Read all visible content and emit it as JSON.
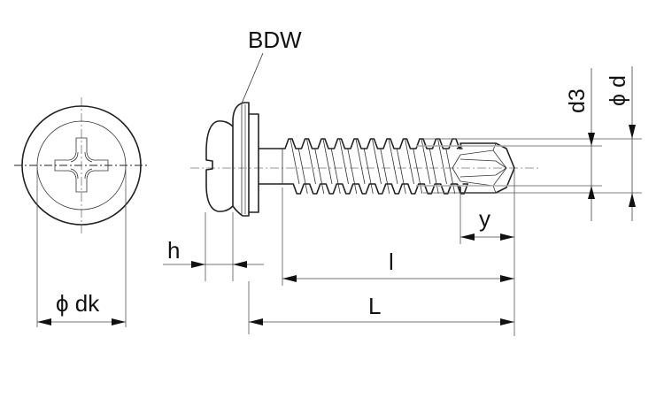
{
  "title": "Self-drilling screw with bonded washer (BDW) - dimension drawing",
  "labels": {
    "washer": "BDW",
    "head_diameter": "ϕ dk",
    "head_height": "h",
    "thread_length": "l",
    "total_length": "L",
    "drill_point_length": "y",
    "minor_diameter": "d3",
    "nominal_diameter": "ϕ d"
  },
  "views": {
    "end_view": "head-end-view-with-phillips-cross-recess",
    "side_view": "side-view-pan-head-with-washer-threaded-shank-drill-point"
  },
  "colors": {
    "line": "#222222",
    "extension_gray": "#aaaaaa",
    "background": "#ffffff"
  }
}
